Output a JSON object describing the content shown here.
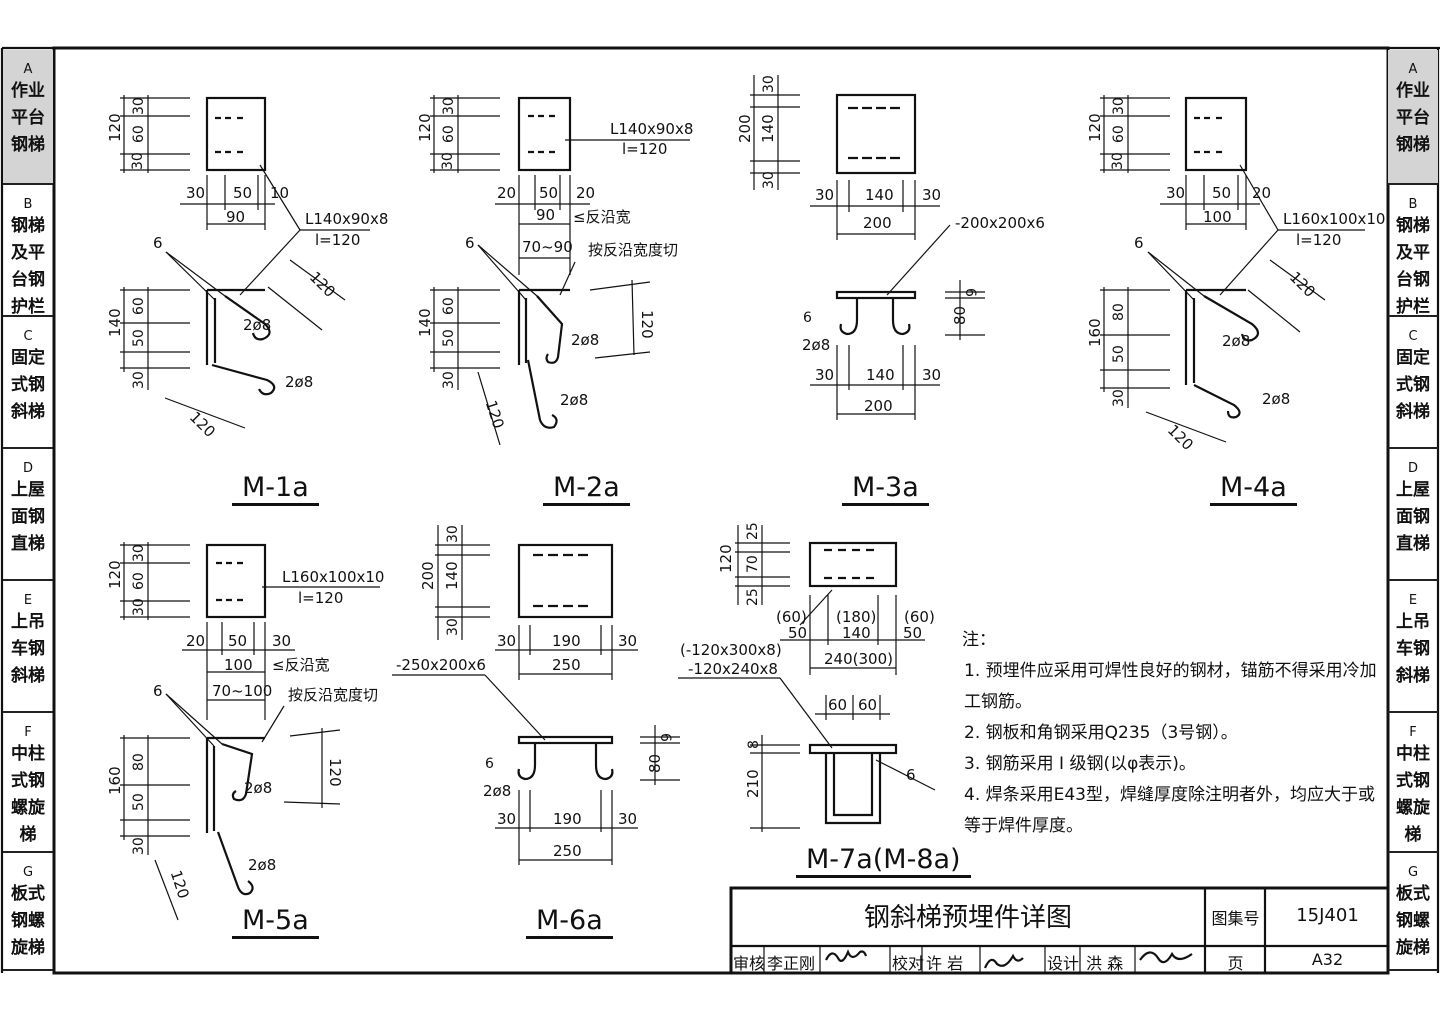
{
  "sidebar_left": [
    {
      "letter": "A",
      "lines": [
        "作业",
        "平台",
        "钢梯"
      ],
      "active": true
    },
    {
      "letter": "B",
      "lines": [
        "钢梯",
        "及平",
        "台钢",
        "护栏"
      ],
      "active": false
    },
    {
      "letter": "C",
      "lines": [
        "固定",
        "式钢",
        "斜梯"
      ],
      "active": false
    },
    {
      "letter": "D",
      "lines": [
        "上屋",
        "面钢",
        "直梯"
      ],
      "active": false
    },
    {
      "letter": "E",
      "lines": [
        "上吊",
        "车钢",
        "斜梯"
      ],
      "active": false
    },
    {
      "letter": "F",
      "lines": [
        "中柱",
        "式钢",
        "螺旋",
        "梯"
      ],
      "active": false
    },
    {
      "letter": "G",
      "lines": [
        "板式",
        "钢螺",
        "旋梯"
      ],
      "active": false
    }
  ],
  "details": {
    "m1a": {
      "title": "M-1a",
      "dims": [
        "120",
        "30",
        "60",
        "30",
        "30",
        "50",
        "10",
        "90",
        "L140x90x8",
        "l=120",
        "6",
        "120",
        "140",
        "60",
        "50",
        "30",
        "2ø8",
        "2ø8",
        "120"
      ]
    },
    "m2a": {
      "title": "M-2a",
      "dims": [
        "120",
        "30",
        "60",
        "30",
        "L140x90x8",
        "l=120",
        "20",
        "50",
        "20",
        "90",
        "≤反沿宽",
        "70~90",
        "按反沿宽度切",
        "6",
        "120",
        "140",
        "60",
        "50",
        "30",
        "2ø8",
        "2ø8",
        "120"
      ]
    },
    "m3a": {
      "title": "M-3a",
      "dims": [
        "30",
        "200",
        "140",
        "30",
        "30",
        "140",
        "30",
        "200",
        "-200x200x6",
        "6",
        "80",
        "6",
        "2ø8",
        "30",
        "140",
        "30",
        "200"
      ]
    },
    "m4a": {
      "title": "M-4a",
      "dims": [
        "120",
        "30",
        "60",
        "30",
        "30",
        "50",
        "20",
        "100",
        "L160x100x10",
        "l=120",
        "6",
        "120",
        "160",
        "80",
        "50",
        "30",
        "2ø8",
        "2ø8",
        "120"
      ]
    },
    "m5a": {
      "title": "M-5a",
      "dims": [
        "120",
        "30",
        "60",
        "30",
        "L160x100x10",
        "l=120",
        "20",
        "50",
        "30",
        "100",
        "≤反沿宽",
        "70~100",
        "按反沿宽度切",
        "6",
        "120",
        "160",
        "80",
        "50",
        "30",
        "2ø8",
        "2ø8",
        "120"
      ]
    },
    "m6a": {
      "title": "M-6a",
      "dims": [
        "30",
        "200",
        "140",
        "30",
        "30",
        "190",
        "30",
        "250",
        "-250x200x6",
        "6",
        "80",
        "6",
        "2ø8",
        "30",
        "190",
        "30",
        "250"
      ]
    },
    "m7a": {
      "title": "M-7a(M-8a)",
      "dims": [
        "25",
        "120",
        "70",
        "25",
        "(60)",
        "(180)",
        "(60)",
        "50",
        "140",
        "50",
        "240(300)",
        "(-120x300x8)",
        "-120x240x8",
        "60",
        "60",
        "8",
        "210",
        "6"
      ]
    }
  },
  "notes": {
    "heading": "注：",
    "items": [
      "1. 预埋件应采用可焊性良好的钢材，锚筋不得采用冷加工钢筋。",
      "2. 钢板和角钢采用Q235（3号钢）。",
      "3. 钢筋采用 I 级钢(以φ表示)。",
      "4. 焊条采用E43型，焊缝厚度除注明者外，均应大于或等于焊件厚度。"
    ]
  },
  "title_block": {
    "title": "钢斜梯预埋件详图",
    "atlas_label": "图集号",
    "atlas_no": "15J401",
    "reviewer_label": "审核",
    "reviewer": "李正刚",
    "checker_label": "校对",
    "checker": "许 岩",
    "designer_label": "设计",
    "designer": "洪 森",
    "page_label": "页",
    "page_no": "A32"
  }
}
